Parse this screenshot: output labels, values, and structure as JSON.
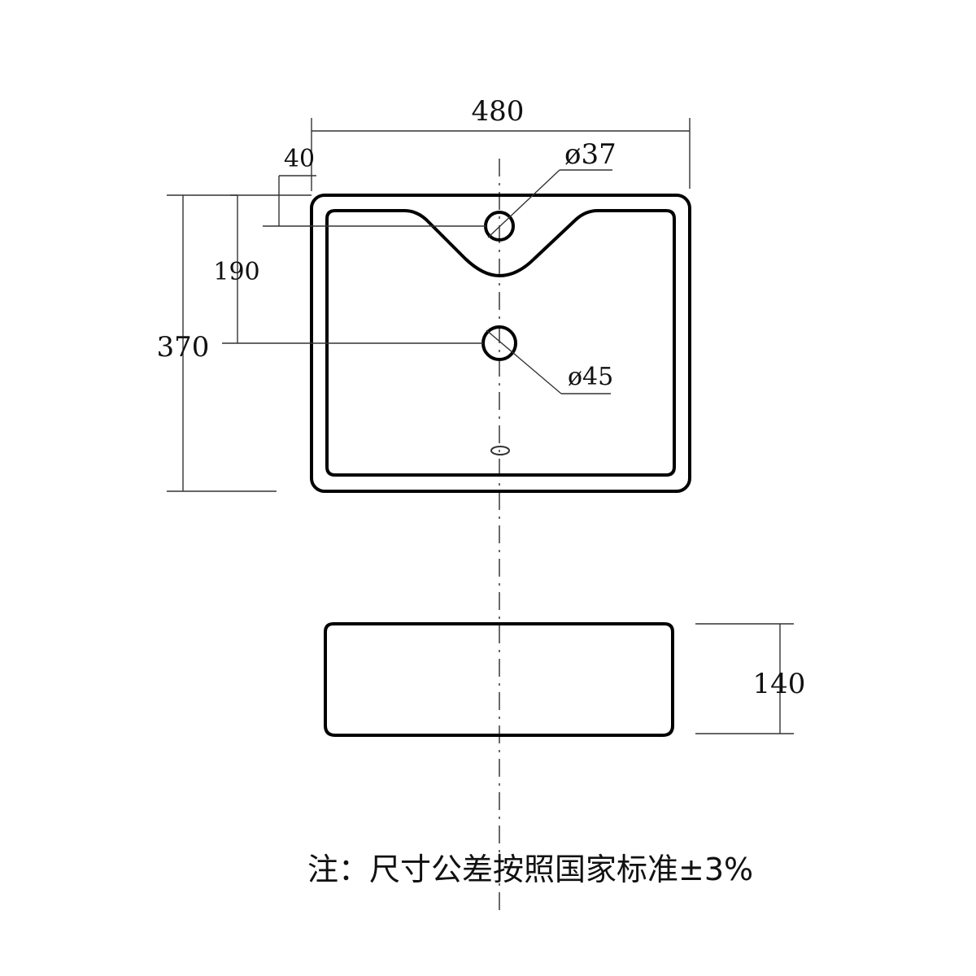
{
  "dimensions": {
    "overall_width": "480",
    "overall_depth": "370",
    "overflow_offset": "40",
    "tap_hole_offset": "190",
    "height": "140"
  },
  "holes": {
    "overflow_diameter": "ø37",
    "tap_hole_diameter": "ø45"
  },
  "note": {
    "text": "注：尺寸公差按照国家标准±3%"
  }
}
